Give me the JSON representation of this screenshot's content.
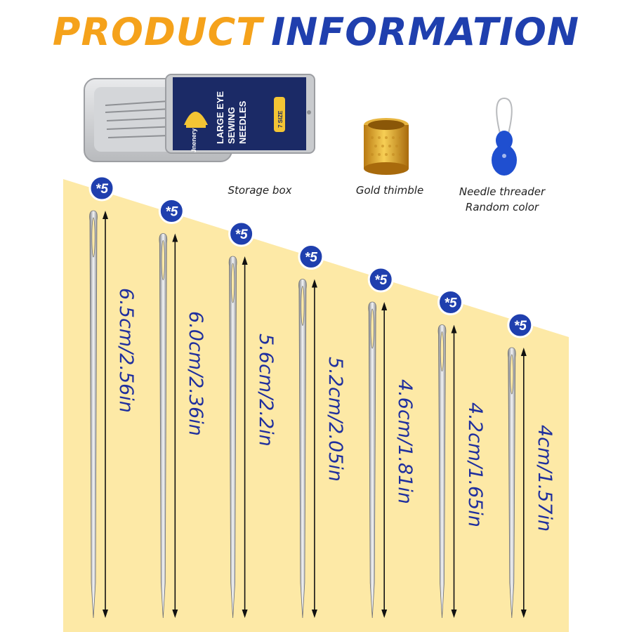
{
  "title": {
    "word1": "PRODUCT",
    "word2": "INFORMATION"
  },
  "colors": {
    "accent_orange": "#f5a21b",
    "accent_blue": "#1f3fae",
    "band_yellow": "#fde9a6"
  },
  "box": {
    "brand": "Jnenery",
    "label_line1": "LARGE EYE",
    "label_line2": "SEWING",
    "label_line3": "NEEDLES",
    "size_tag": "7 SIZE"
  },
  "items": [
    {
      "caption": "Storage box"
    },
    {
      "caption": "Gold thimble"
    },
    {
      "caption_line1": "Needle threader",
      "caption_line2": "Random color"
    }
  ],
  "needles": [
    {
      "qty": "*5",
      "size": "6.5cm/2.56in"
    },
    {
      "qty": "*5",
      "size": "6.0cm/2.36in"
    },
    {
      "qty": "*5",
      "size": "5.6cm/2.2in"
    },
    {
      "qty": "*5",
      "size": "5.2cm/2.05in"
    },
    {
      "qty": "*5",
      "size": "4.6cm/1.81in"
    },
    {
      "qty": "*5",
      "size": "4.2cm/1.65in"
    },
    {
      "qty": "*5",
      "size": "4cm/1.57in"
    }
  ]
}
